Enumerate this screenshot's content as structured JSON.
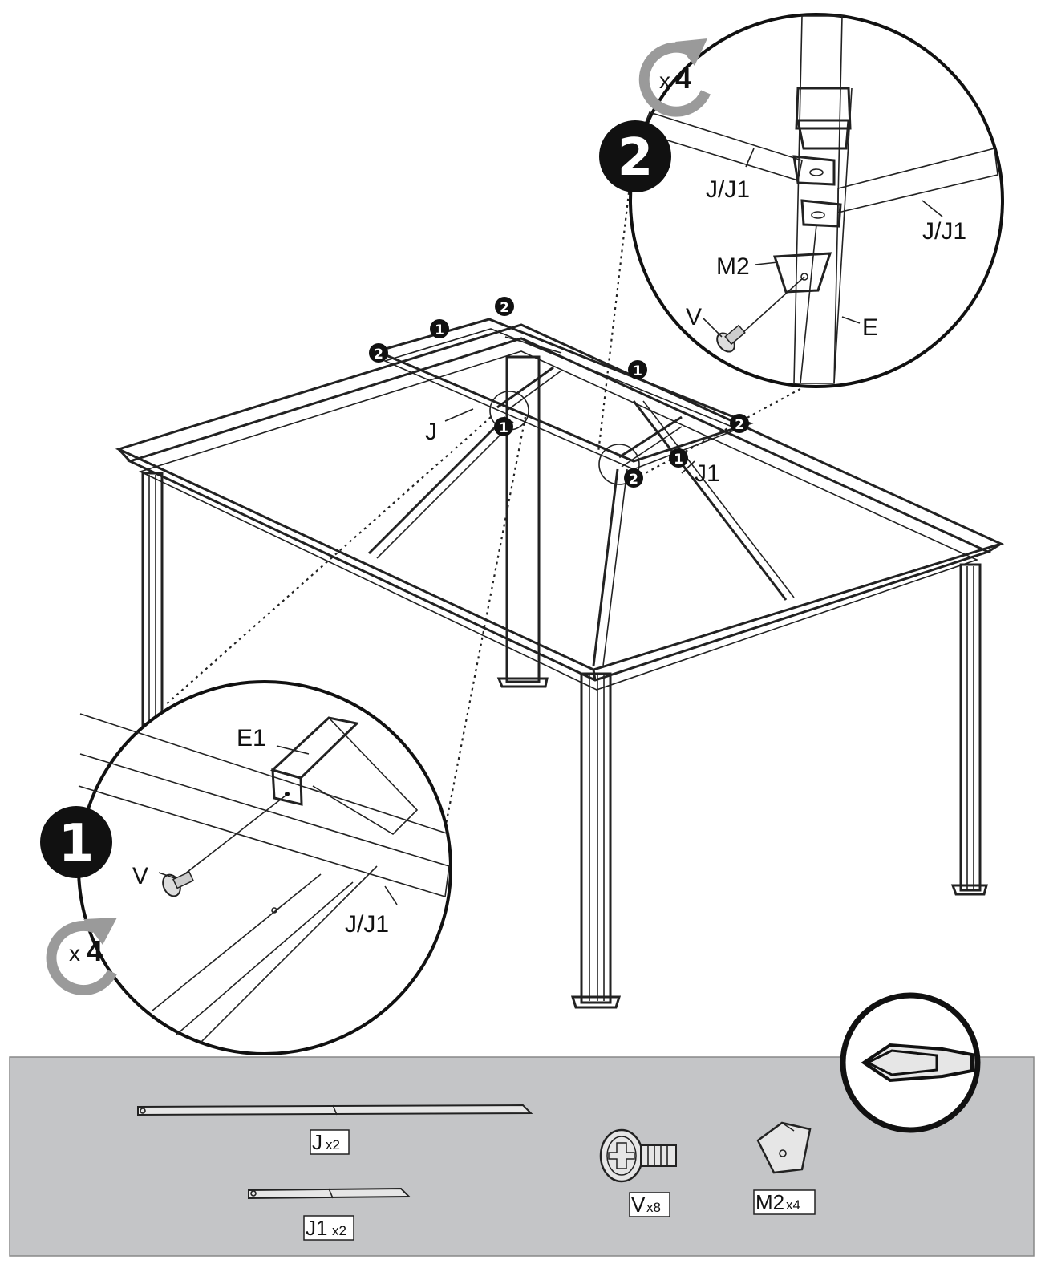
{
  "labels": {
    "j": "J",
    "j1": "J1",
    "jj1_top_left": "J/J1",
    "jj1_top_right": "J/J1",
    "m2": "M2",
    "v_top": "V",
    "e": "E",
    "e1": "E1",
    "v_bottom": "V",
    "jj1_bottom": "J/J1"
  },
  "steps": {
    "step1": "1",
    "step2": "2"
  },
  "repeat": {
    "top": {
      "prefix": "x",
      "count": "4"
    },
    "bottom": {
      "prefix": "x",
      "count": "4"
    }
  },
  "parts": [
    {
      "name": "J",
      "qty": "x2"
    },
    {
      "name": "J1",
      "qty": "x2"
    },
    {
      "name": "V",
      "qty": "x8"
    },
    {
      "name": "M2",
      "qty": "x4"
    }
  ],
  "tool": "screwdriver-icon",
  "colors": {
    "panel": "#c4c5c7",
    "ink": "#111111",
    "arrow": "#9a9a9a"
  }
}
